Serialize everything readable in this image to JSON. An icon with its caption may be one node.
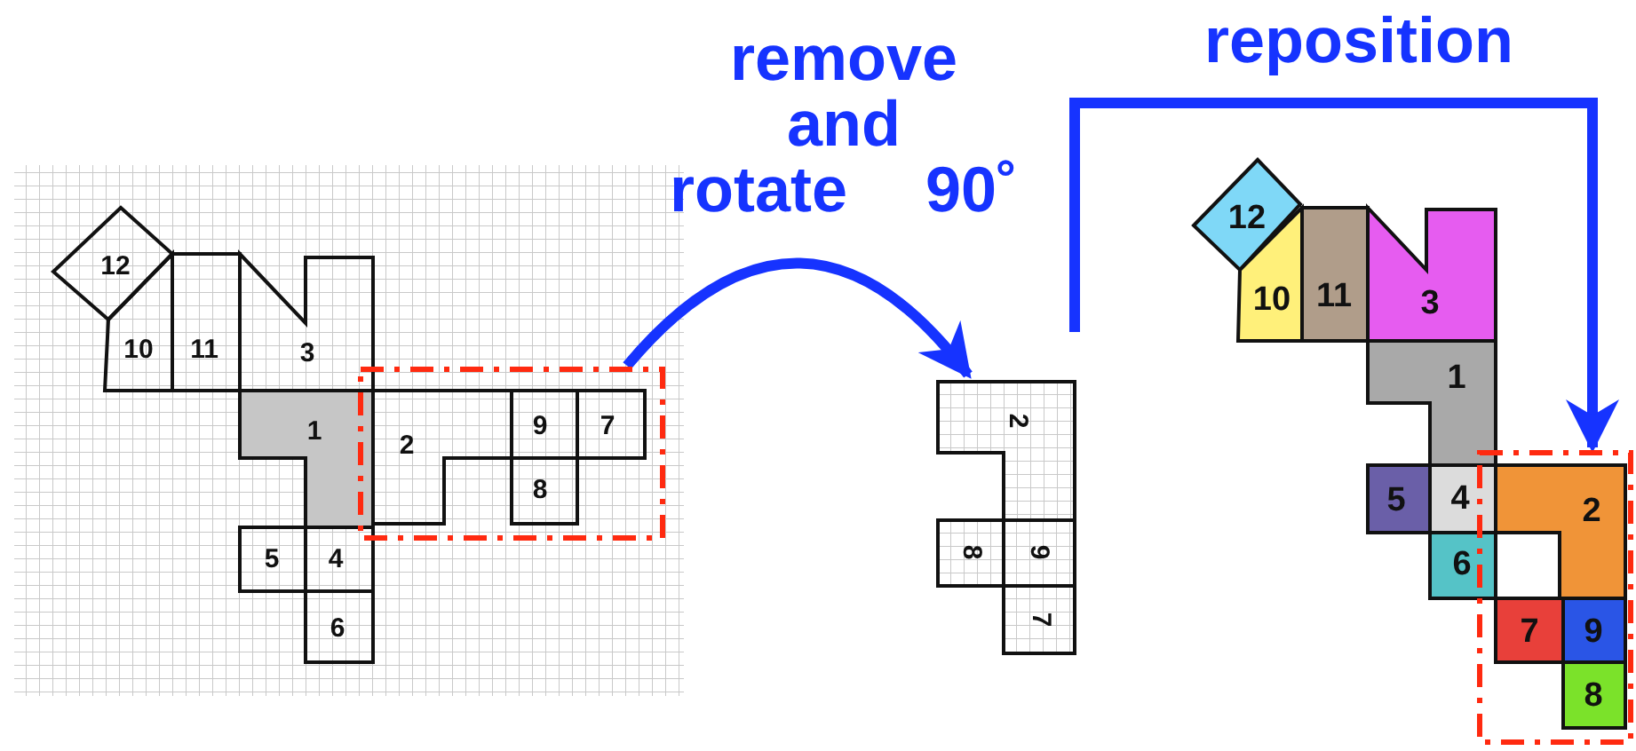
{
  "diagram": {
    "nodes": [
      {
        "text": [
          "12"
        ]
      },
      {
        "text": [
          "10"
        ]
      },
      {
        "text": [
          "11"
        ]
      },
      {
        "text": [
          "3"
        ]
      },
      {
        "text": [
          "1"
        ]
      },
      {
        "text": [],
        "shape": "box"
      },
      {
        "text": [
          "2"
        ],
        "in": 5
      },
      {
        "text": [
          "9"
        ],
        "in": 5
      },
      {
        "text": [
          "7"
        ],
        "in": 5
      },
      {
        "text": [
          "8"
        ],
        "in": 5
      },
      {
        "text": [
          "5"
        ]
      },
      {
        "text": [
          "4"
        ]
      },
      {
        "text": [
          "6"
        ]
      },
      {
        "text": [
          "2"
        ]
      },
      {
        "text": [
          "8"
        ]
      },
      {
        "text": [
          "9"
        ]
      },
      {
        "text": [
          "7"
        ]
      },
      {
        "text": [
          "12"
        ]
      },
      {
        "text": [
          "10"
        ]
      },
      {
        "text": [
          "11"
        ]
      },
      {
        "text": [
          "3"
        ]
      },
      {
        "text": [
          "1"
        ]
      },
      {
        "text": [
          "5"
        ]
      },
      {
        "text": [
          "4"
        ]
      },
      {
        "text": [],
        "shape": "box"
      },
      {
        "text": [
          "2"
        ],
        "in": 24
      },
      {
        "text": [
          "6"
        ]
      },
      {
        "text": [
          "7"
        ],
        "in": 24
      },
      {
        "text": [
          "9"
        ],
        "in": 24
      },
      {
        "text": [
          "8"
        ],
        "in": 24
      }
    ],
    "edges": [
      {
        "from": 5,
        "to": 13,
        "arrow": "to",
        "label": "remove and rotate 90˚"
      },
      {
        "from": 13,
        "to": 24,
        "arrow": "to",
        "label": "reposition"
      }
    ]
  }
}
